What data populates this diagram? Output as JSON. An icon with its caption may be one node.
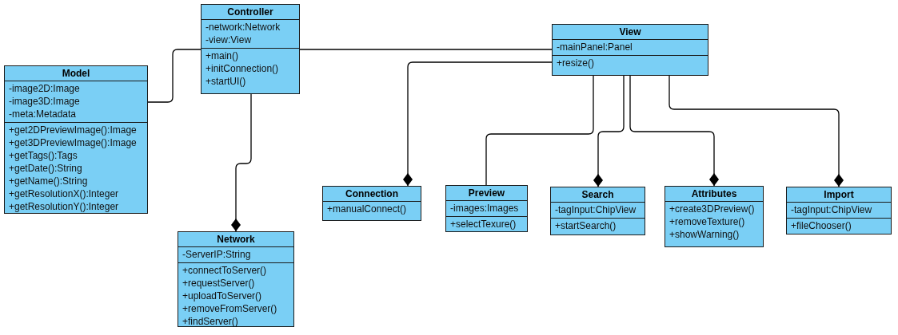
{
  "diagram": {
    "nodes": [
      {
        "text": [
          "Controller",
          "-network:Network",
          "-view:View",
          "+main()",
          "+initConnection()",
          "+startUI()"
        ]
      },
      {
        "text": [
          "Model",
          "-image2D:Image",
          "-image3D:Image",
          "-meta:Metadata",
          "+get2DPreviewImage():Image",
          "+get3DPreviewImage():Image",
          "+getTags():Tags",
          "+getDate():String",
          "+getName():String",
          "+getResolutionX():Integer",
          "+getResolutionY():Integer"
        ]
      },
      {
        "text": [
          "View",
          "-mainPanel:Panel",
          "+resize()"
        ]
      },
      {
        "text": [
          "Network",
          "-ServerIP:String",
          "+connectToServer()",
          "+requestServer()",
          "+uploadToServer()",
          "+removeFromServer()",
          "+findServer()"
        ]
      },
      {
        "text": [
          "Connection",
          "+manualConnect()"
        ]
      },
      {
        "text": [
          "Preview",
          "-images:Images",
          "+selectTexure()"
        ]
      },
      {
        "text": [
          "Search",
          "-tagInput:ChipView",
          "+startSearch()"
        ]
      },
      {
        "text": [
          "Attributes",
          "+create3DPreview()",
          "+removeTexture()",
          "+showWarning()"
        ]
      },
      {
        "text": [
          "Import",
          "-tagInput:ChipView",
          "+fileChooser()"
        ]
      }
    ],
    "edges": [
      {
        "from": 1,
        "to": 0,
        "arrow": "none"
      },
      {
        "from": 0,
        "to": 2,
        "arrow": "none"
      },
      {
        "from": 0,
        "to": 3,
        "arrow": "other"
      },
      {
        "from": 2,
        "to": 4,
        "arrow": "other"
      },
      {
        "from": 2,
        "to": 5,
        "arrow": "none"
      },
      {
        "from": 2,
        "to": 6,
        "arrow": "other"
      },
      {
        "from": 2,
        "to": 7,
        "arrow": "other"
      },
      {
        "from": 2,
        "to": 8,
        "arrow": "other"
      }
    ]
  }
}
